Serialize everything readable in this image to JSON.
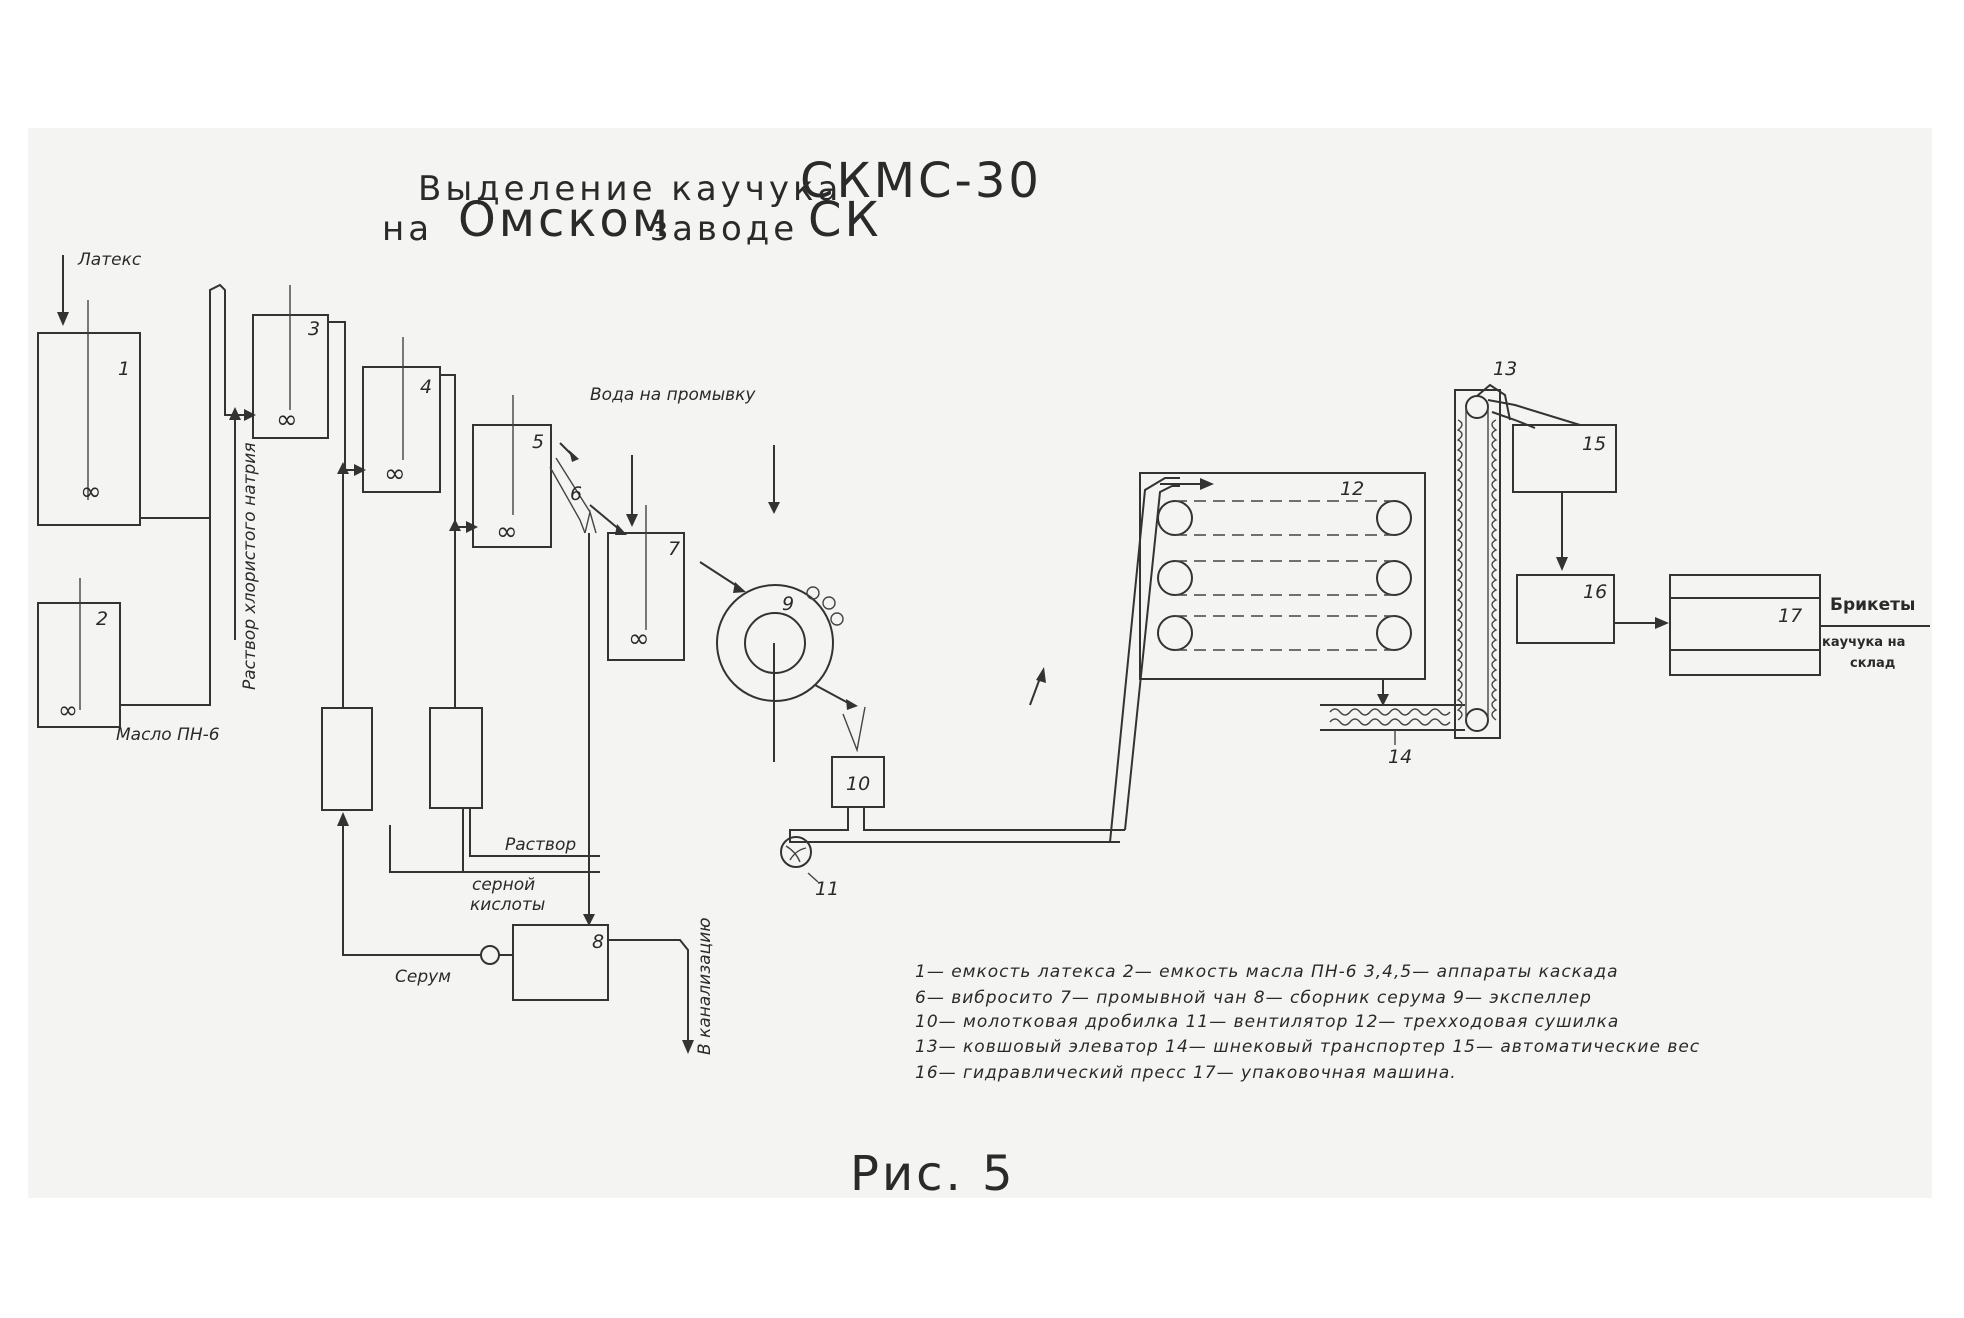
{
  "title": {
    "line1_small": "Выделение каучука",
    "line1_big": "СКМС-30",
    "line2_small_a": "на",
    "line2_big_a": "Омском",
    "line2_small_b": "заводе",
    "line2_big_b": "СК"
  },
  "labels": {
    "latex": "Латекс",
    "oil": "Масло ПН-6",
    "nacl_solution": "Раствор хлористого натрия",
    "wash_water": "Вода на промывку",
    "acid_1": "Раствор",
    "acid_2": "серной",
    "acid_3": "кислоты",
    "serum": "Серум",
    "sewer": "В канализацию",
    "briquettes_1": "Брикеты",
    "briquettes_2": "каучука на",
    "briquettes_3": "склад"
  },
  "units": {
    "u1": "1",
    "u2": "2",
    "u3": "3",
    "u4": "4",
    "u5": "5",
    "u6": "6",
    "u7": "7",
    "u8": "8",
    "u9": "9",
    "u10": "10",
    "u11": "11",
    "u12": "12",
    "u13": "13",
    "u14": "14",
    "u15": "15",
    "u16": "16",
    "u17": "17"
  },
  "legend": {
    "line1": "1— емкость латекса   2— емкость масла ПН-6   3,4,5— аппараты каскада",
    "line2": "6— вибросито   7— промывной чан   8— сборник серума   9— экспеллер",
    "line3": "10— молотковая дробилка   11— вентилятор   12— трехходовая сушилка",
    "line4": "13— ковшовый элеватор   14— шнековый транспортер   15— автоматические вес",
    "line5": "16— гидравлический пресс   17— упаковочная машина."
  },
  "figure_caption": "Рис. 5"
}
